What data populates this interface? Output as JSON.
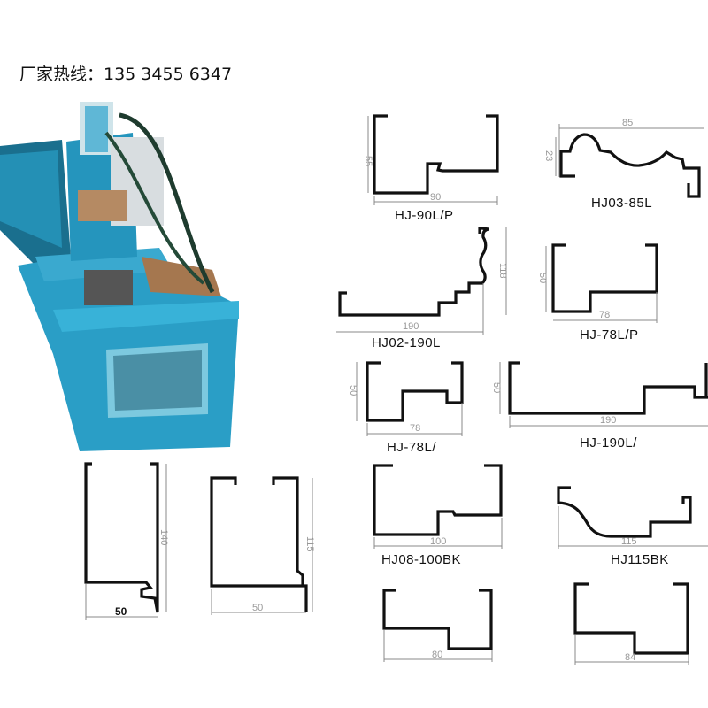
{
  "hotline": "厂家热线：135 3455 6347",
  "colors": {
    "machine_blue": "#2a9ec6",
    "machine_dark": "#1a6f8e",
    "profile": "#111111"
  },
  "profiles": [
    {
      "name": "HJ-90L/P",
      "dims": [
        "55",
        "90"
      ]
    },
    {
      "name": "HJ03-85L",
      "dims": [
        "85",
        "23"
      ]
    },
    {
      "name": "HJ02-190L",
      "dims": [
        "118",
        "190"
      ]
    },
    {
      "name": "HJ-78L/P",
      "dims": [
        "50",
        "78"
      ]
    },
    {
      "name": "HJ-78L/",
      "dims": [
        "50",
        "78"
      ]
    },
    {
      "name": "HJ-190L/",
      "dims": [
        "50",
        "190"
      ]
    },
    {
      "name": "HJ08-100BK",
      "dims": [
        "100"
      ]
    },
    {
      "name": "HJ115BK",
      "dims": [
        "115"
      ]
    },
    {
      "name": "",
      "dims": [
        "140",
        "50"
      ]
    },
    {
      "name": "",
      "dims": [
        "115",
        "50"
      ]
    },
    {
      "name": "",
      "dims": [
        "80"
      ]
    },
    {
      "name": "",
      "dims": [
        "84"
      ]
    }
  ]
}
